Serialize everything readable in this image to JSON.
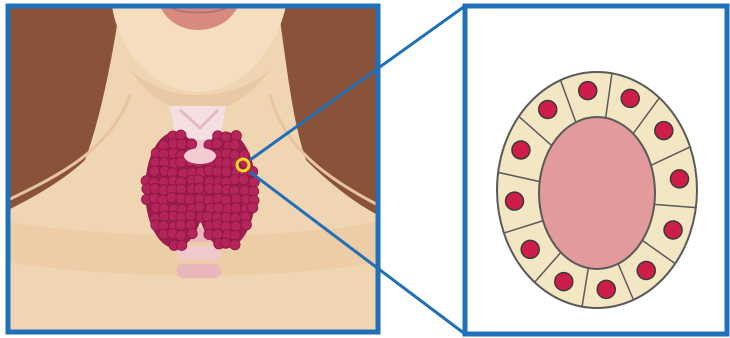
{
  "figure": {
    "left_panel": {
      "subject": "neck-with-thyroid-gland",
      "border_color": "#1f6fb9",
      "skin_color": "#f0d5b2",
      "hair_color": "#8a5238",
      "thyroid_color": "#b5245a"
    },
    "highlight": {
      "marker_color": "#f4d81c",
      "connector_color": "#1f6fb9"
    },
    "right_panel": {
      "subject": "thyroid-follicle-cross-section",
      "border_color": "#1f6fb9",
      "cell_color": "#f3e6c2",
      "colloid_color": "#e29a9c",
      "nucleus_color": "#cf1d4a",
      "cell_count": 12
    }
  }
}
